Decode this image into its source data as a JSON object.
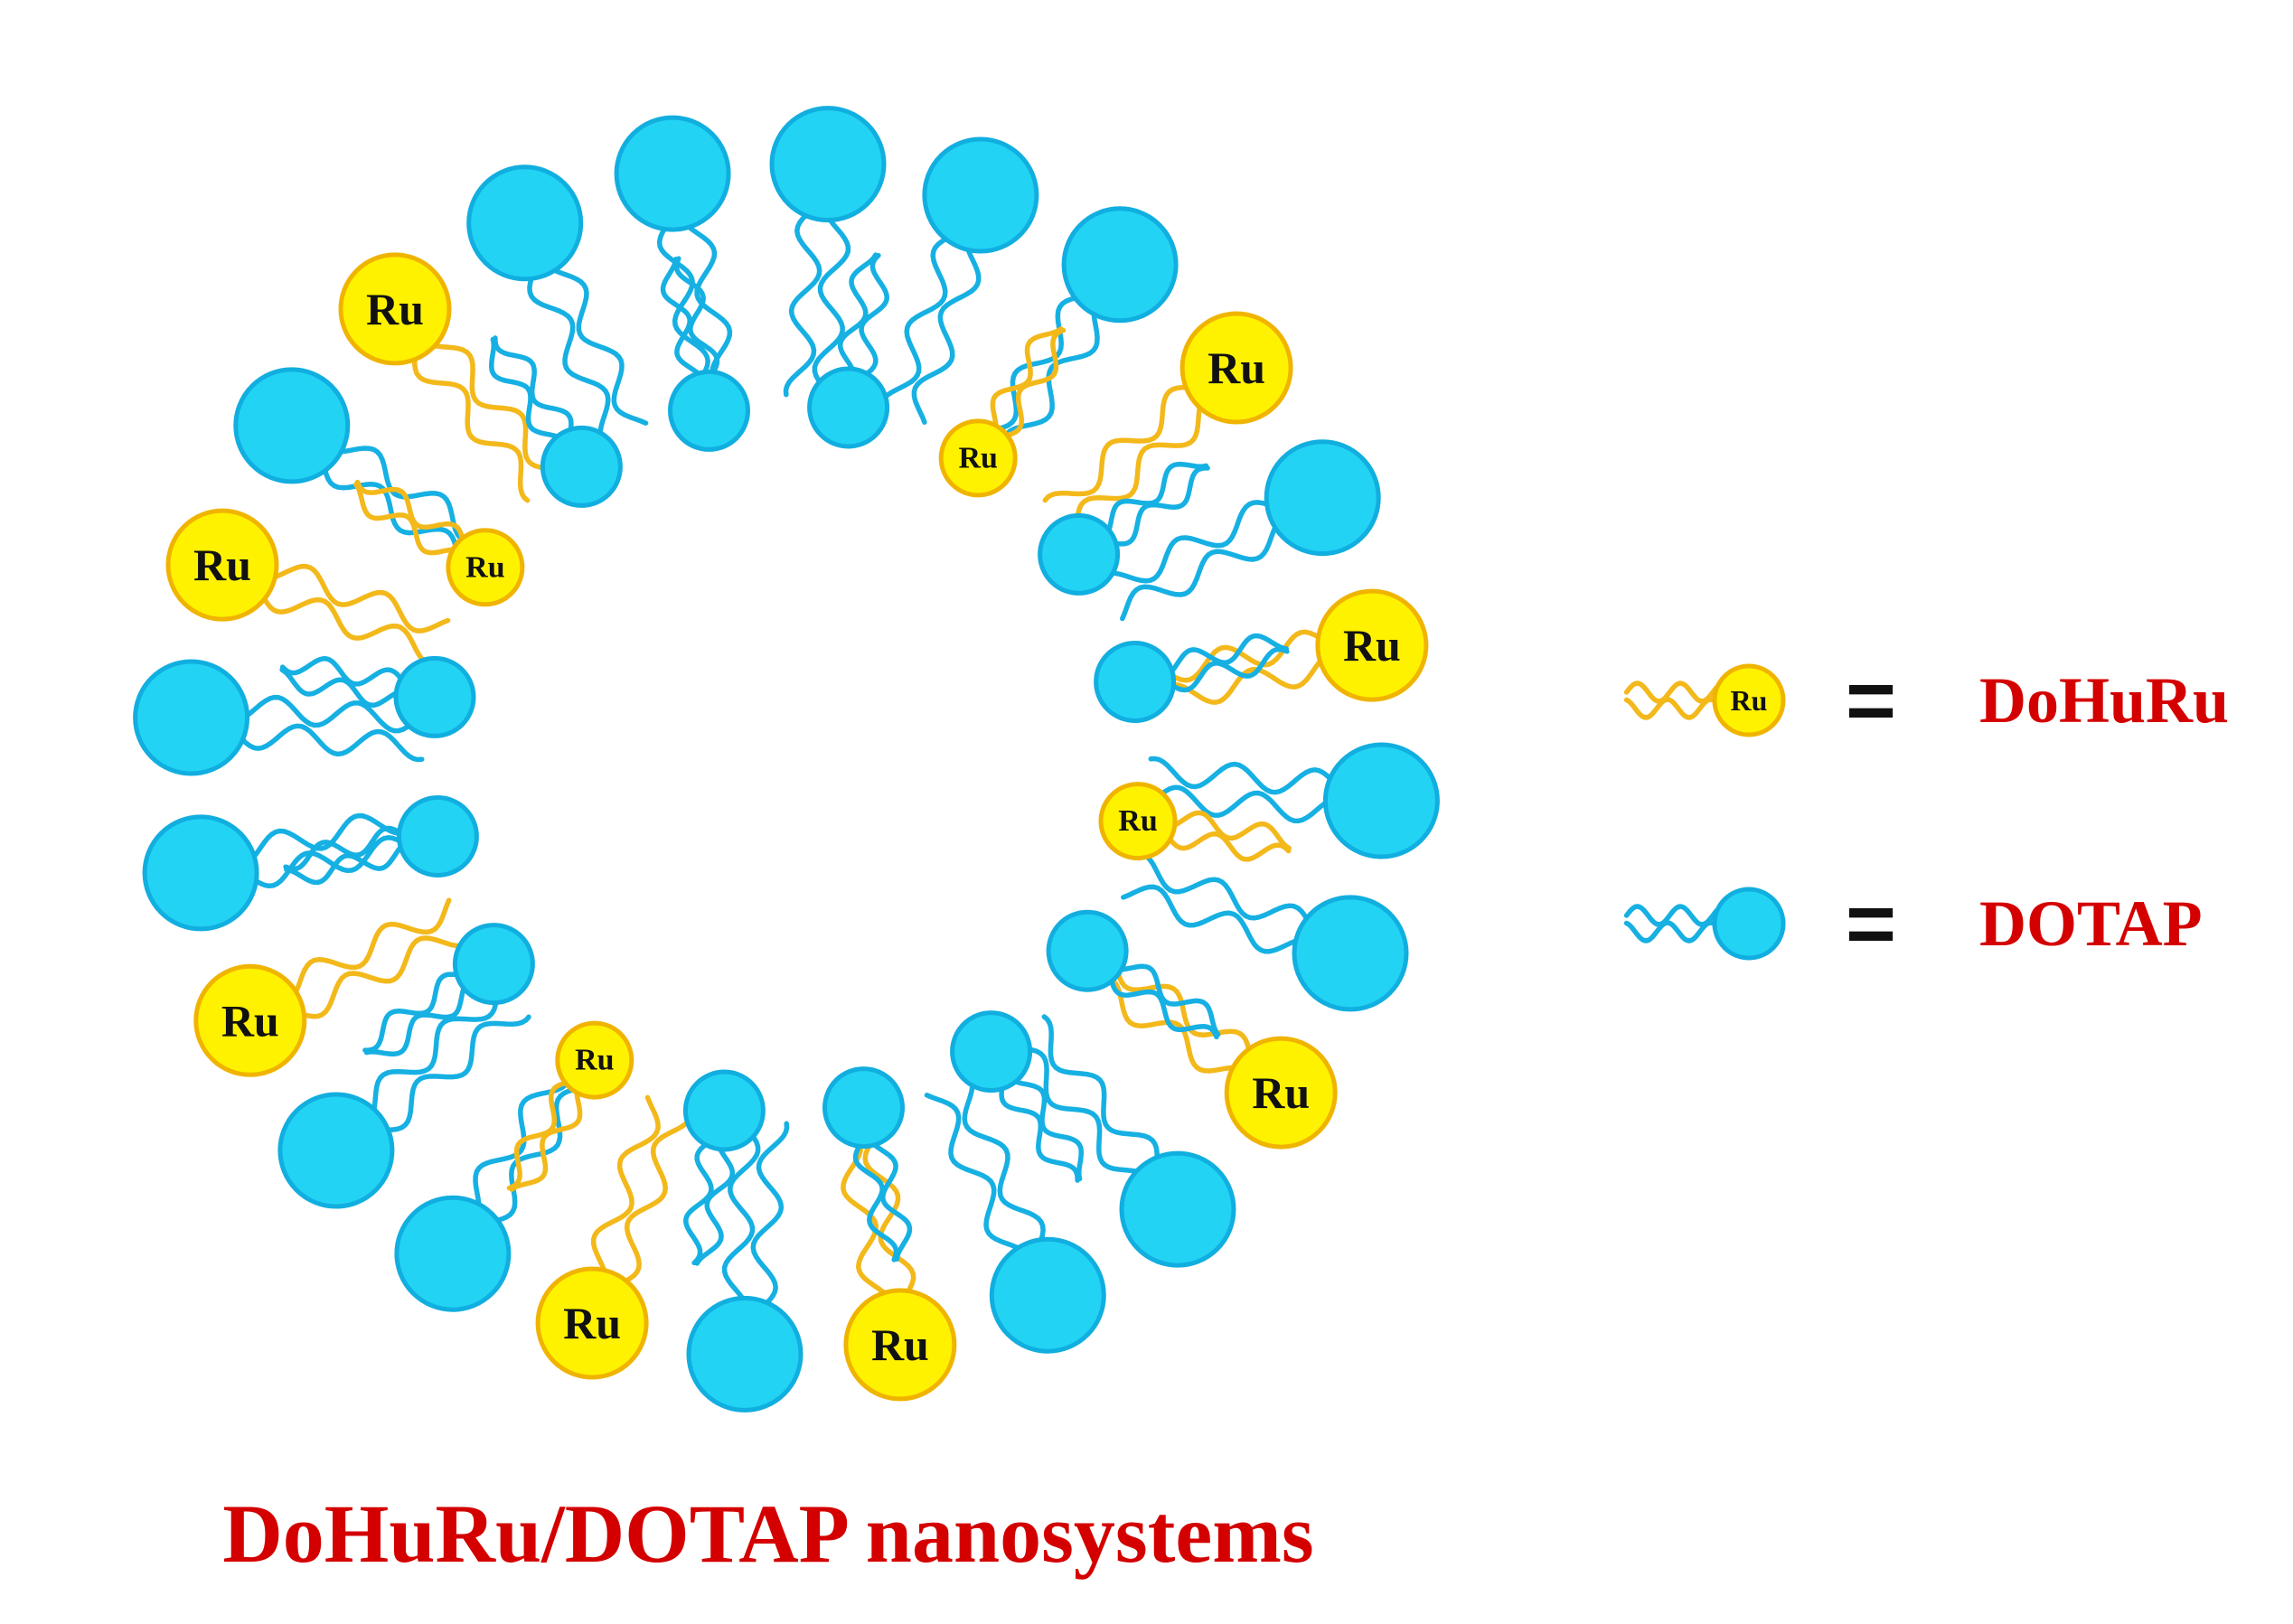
{
  "colors": {
    "dotap_head_fill": "#22d3f4",
    "dotap_head_stroke": "#11aee0",
    "dotap_tail": "#16b0e3",
    "ru_head_fill": "#fff200",
    "ru_head_stroke": "#f0b400",
    "ru_tail": "#f3b81a",
    "label_red": "#d40000",
    "text_dark": "#111111"
  },
  "ru_label": "Ru",
  "legend": {
    "dohuru": {
      "equals": "=",
      "name": "DoHuRu"
    },
    "dotap": {
      "equals": "=",
      "name": "DOTAP"
    }
  },
  "caption": "DoHuRu/DOTAP nanosystems"
}
